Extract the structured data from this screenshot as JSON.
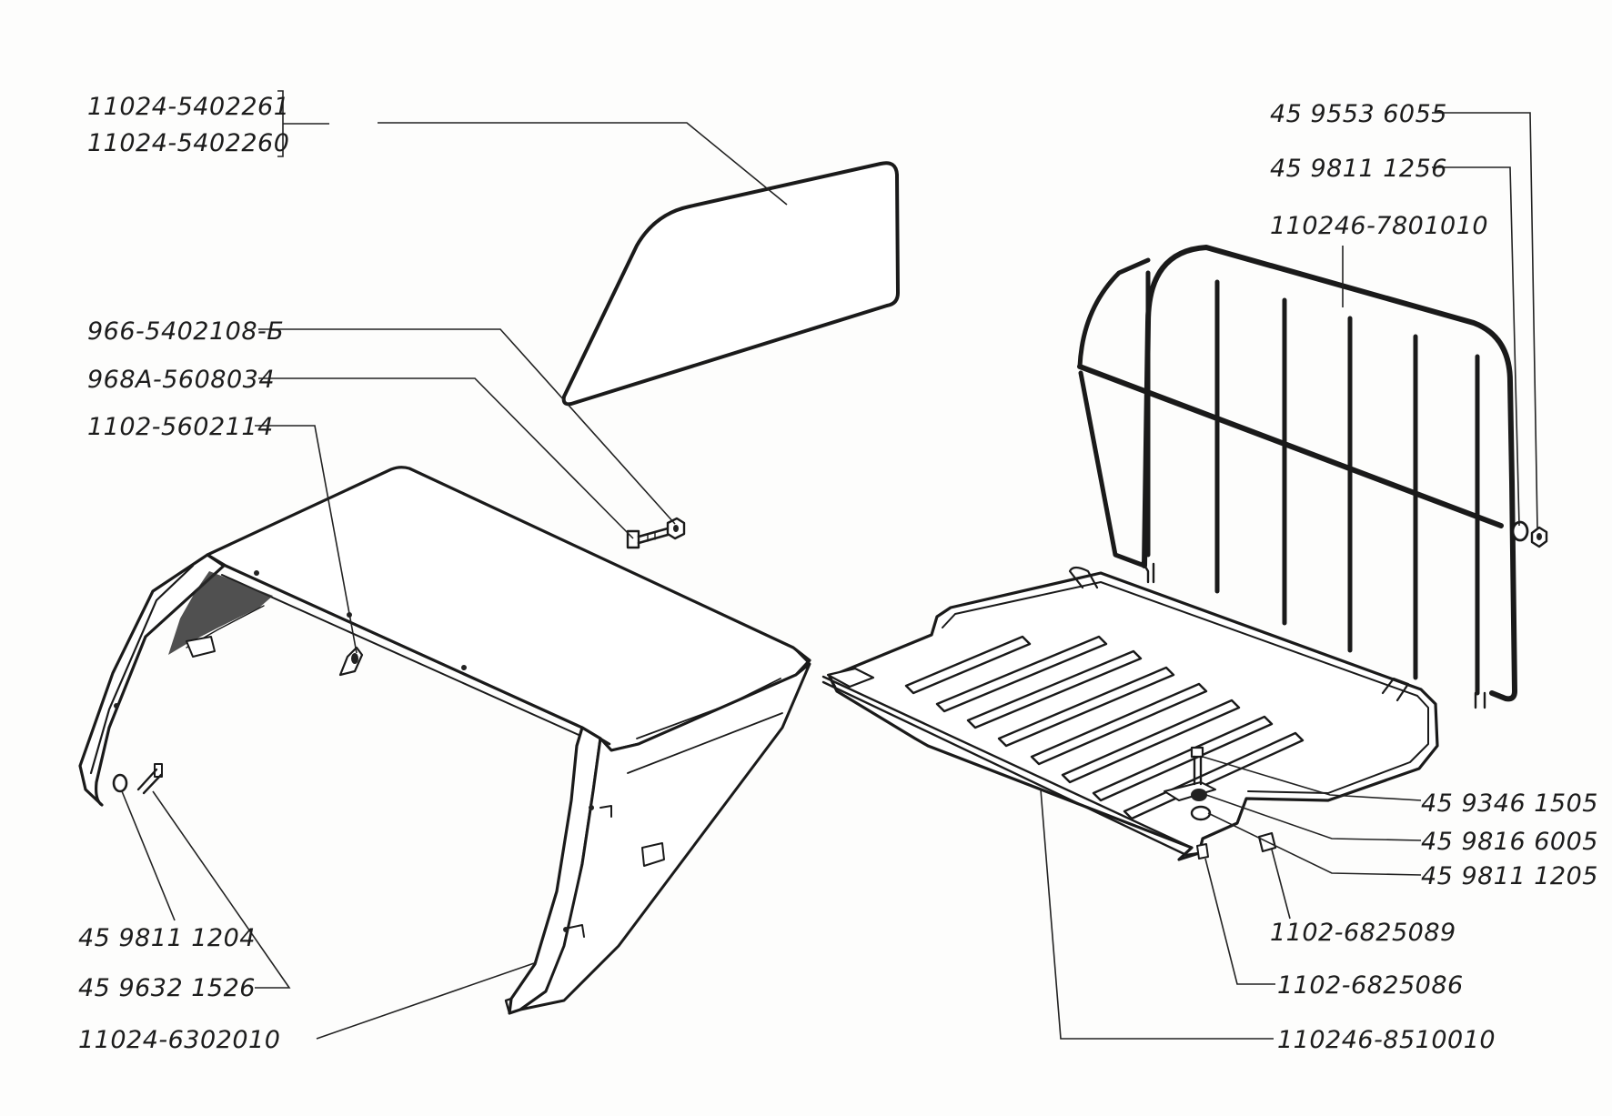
{
  "labels": {
    "part_11024_5402261": "11024-5402261",
    "part_11024_5402260": "11024-5402260",
    "part_966_5402108_b": "966-5402108-Б",
    "part_968a_5608034": "968А-5608034",
    "part_1102_5602114": "1102-5602114",
    "part_45_9811_1204": "45 9811 1204",
    "part_45_9632_1526": "45 9632 1526",
    "part_11024_6302010": "11024-6302010",
    "part_45_9553_6055": "45 9553 6055",
    "part_45_9811_1256": "45 9811 1256",
    "part_110246_7801010": "110246-7801010",
    "part_45_9346_1505": "45 9346 1505",
    "part_45_9816_6005": "45 9816 6005",
    "part_45_9811_1205": "45 9811 1205",
    "part_1102_6825089": "1102-6825089",
    "part_1102_6825086": "1102-6825086",
    "part_110246_8510010": "110246-8510010"
  }
}
